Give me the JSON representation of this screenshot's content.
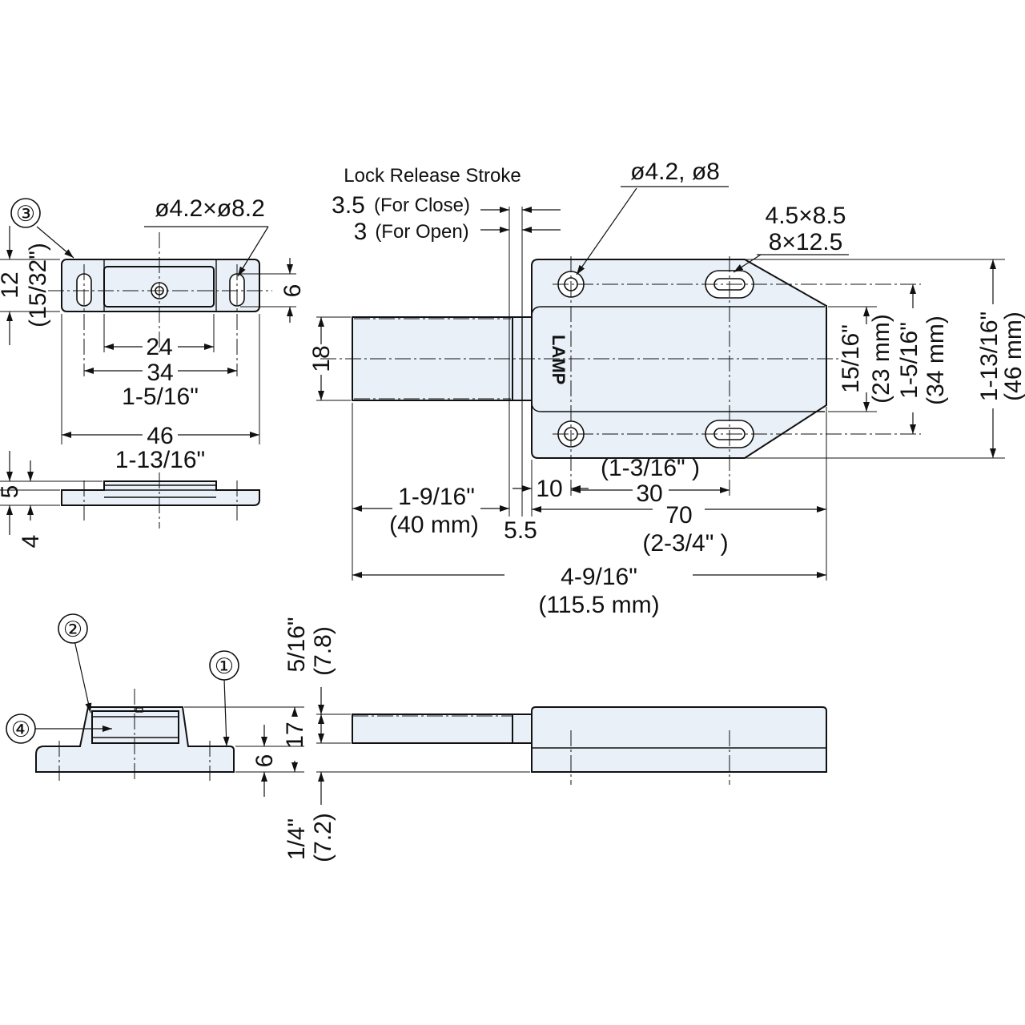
{
  "callouts": [
    "①",
    "②",
    "③",
    "④"
  ],
  "strike": {
    "diameter": "ø4.2×ø8.2",
    "height_mm": "12",
    "height_in": "(15/32\")",
    "slot_width": "6",
    "pitch_24": "24",
    "pitch_34": "34",
    "pitch_34_in": "1-5/16\"",
    "width_46": "46",
    "width_46_in": "1-13/16\"",
    "side_5": "5",
    "side_4": "4"
  },
  "latch": {
    "stroke_title": "Lock Release Stroke",
    "close_value": "3.5",
    "close_label": "(For Close)",
    "open_value": "3",
    "open_label": "(For Open)",
    "hole_spec": "ø4.2, ø8",
    "slot_spec_1": "4.5×8.5",
    "slot_spec_2": "8×12.5",
    "brand": "LAMP",
    "plunger_height": "18",
    "dim_15_16": "15/16\"",
    "dim_23mm": "(23 mm)",
    "dim_1_5_16": "1-5/16\"",
    "dim_34mm": "(34 mm)",
    "dim_1_13_16": "1-13/16\"",
    "dim_46mm": "(46 mm)",
    "plunger_len_in": "1-9/16\"",
    "plunger_len_mm": "(40 mm)",
    "dim_10": "10",
    "dim_1_3_16": "(1-3/16\" )",
    "dim_30": "30",
    "dim_5_5": "5.5",
    "dim_70": "70",
    "dim_2_3_4": "(2-3/4\" )",
    "overall_in": "4-9/16\"",
    "overall_mm": "(115.5 mm)"
  },
  "side": {
    "dim_5_16": "5/16\"",
    "dim_7_8": "(7.8)",
    "dim_17": "17",
    "dim_6": "6",
    "dim_1_4": "1/4\"",
    "dim_7_2": "(7.2)"
  }
}
